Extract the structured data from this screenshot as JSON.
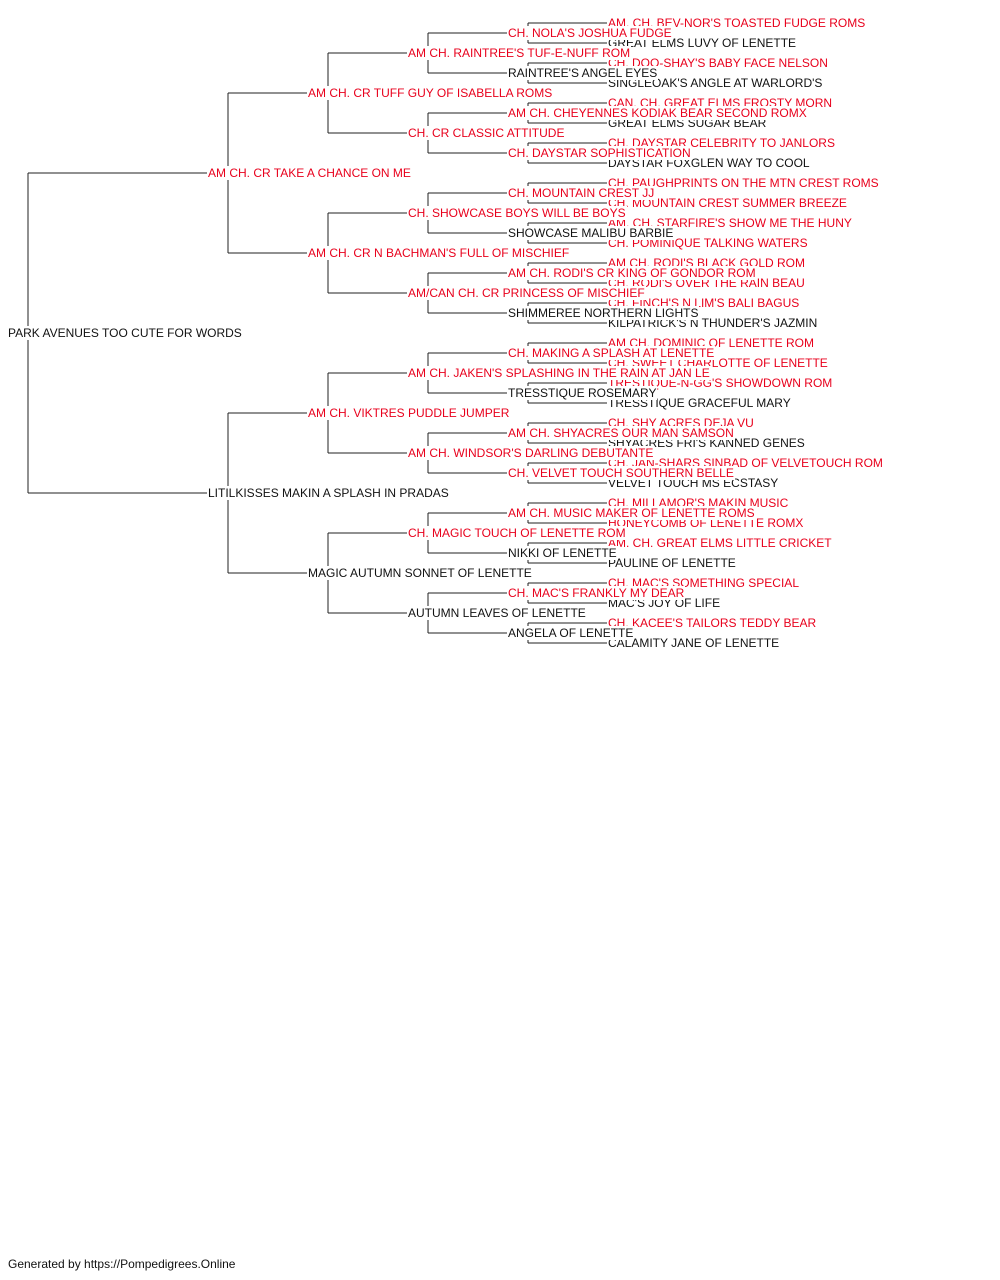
{
  "colors": {
    "champion": "#e8001c",
    "plain": "#111111",
    "line": "#222222"
  },
  "footer": "Generated by https://Pompedigrees.Online",
  "pedigree": {
    "name": "PARK AVENUES TOO CUTE FOR WORDS",
    "champion": false,
    "sire": {
      "name": "AM CH. CR TAKE A CHANCE ON ME",
      "champion": true,
      "sire": {
        "name": "AM CH. CR TUFF GUY OF ISABELLA ROMS",
        "champion": true,
        "sire": {
          "name": "AM CH. RAINTREE'S TUF-E-NUFF ROM",
          "champion": true,
          "sire": {
            "name": "CH. NOLA'S JOSHUA FUDGE",
            "champion": true,
            "sire": {
              "name": "AM. CH. BEV-NOR'S TOASTED FUDGE ROMS",
              "champion": true
            },
            "dam": {
              "name": "GREAT ELMS LUVY OF LENETTE",
              "champion": false
            }
          },
          "dam": {
            "name": "RAINTREE'S ANGEL EYES",
            "champion": false,
            "sire": {
              "name": "CH. DOO-SHAY'S BABY FACE NELSON",
              "champion": true
            },
            "dam": {
              "name": "SINGLEOAK'S ANGLE AT WARLORD'S",
              "champion": false
            }
          }
        },
        "dam": {
          "name": "CH. CR CLASSIC ATTITUDE",
          "champion": true,
          "sire": {
            "name": "AM CH. CHEYENNES KODIAK BEAR SECOND ROMX",
            "champion": true,
            "sire": {
              "name": "CAN. CH. GREAT ELMS FROSTY MORN",
              "champion": true
            },
            "dam": {
              "name": "GREAT ELMS SUGAR BEAR",
              "champion": false
            }
          },
          "dam": {
            "name": "CH. DAYSTAR SOPHISTICATION",
            "champion": true,
            "sire": {
              "name": "CH. DAYSTAR CELEBRITY TO JANLORS",
              "champion": true
            },
            "dam": {
              "name": "DAYSTAR FOXGLEN WAY TO COOL",
              "champion": false
            }
          }
        }
      },
      "dam": {
        "name": "AM CH. CR N BACHMAN'S FULL OF MISCHIEF",
        "champion": true,
        "sire": {
          "name": "CH. SHOWCASE BOYS WILL BE BOYS",
          "champion": true,
          "sire": {
            "name": "CH. MOUNTAIN CREST JJ",
            "champion": true,
            "sire": {
              "name": "CH. PAUGHPRINTS ON THE MTN CREST ROMS",
              "champion": true
            },
            "dam": {
              "name": "CH. MOUNTAIN CREST SUMMER BREEZE",
              "champion": true
            }
          },
          "dam": {
            "name": "SHOWCASE MALIBU BARBIE",
            "champion": false,
            "sire": {
              "name": "AM. CH. STARFIRE'S SHOW ME THE HUNY",
              "champion": true
            },
            "dam": {
              "name": "CH. POMINIQUE TALKING WATERS",
              "champion": true
            }
          }
        },
        "dam": {
          "name": "AM/CAN CH. CR PRINCESS OF MISCHIEF",
          "champion": true,
          "sire": {
            "name": "AM CH. RODI'S CR KING OF GONDOR ROM",
            "champion": true,
            "sire": {
              "name": "AM CH. RODI'S BLACK GOLD ROM",
              "champion": true
            },
            "dam": {
              "name": "CH. RODI'S OVER THE RAIN BEAU",
              "champion": true
            }
          },
          "dam": {
            "name": "SHIMMEREE NORTHERN LIGHTS",
            "champion": false,
            "sire": {
              "name": "CH. FINCH'S N LIM'S BALI BAGUS",
              "champion": true
            },
            "dam": {
              "name": "KILPATRICK'S N THUNDER'S JAZMIN",
              "champion": false
            }
          }
        }
      }
    },
    "dam": {
      "name": "LITILKISSES MAKIN A SPLASH IN PRADAS",
      "champion": false,
      "sire": {
        "name": "AM CH. VIKTRES PUDDLE JUMPER",
        "champion": true,
        "sire": {
          "name": "AM CH. JAKEN'S SPLASHING IN THE RAIN AT JAN LE",
          "champion": true,
          "sire": {
            "name": "CH. MAKING A SPLASH AT LENETTE",
            "champion": true,
            "sire": {
              "name": "AM CH. DOMINIC OF LENETTE ROM",
              "champion": true
            },
            "dam": {
              "name": "CH. SWEET CHARLOTTE OF LENETTE",
              "champion": true
            }
          },
          "dam": {
            "name": "TRESSTIQUE ROSEMARY",
            "champion": false,
            "sire": {
              "name": "TRESTIQUE-N-GG'S SHOWDOWN ROM",
              "champion": true
            },
            "dam": {
              "name": "TRESSTIQUE GRACEFUL MARY",
              "champion": false
            }
          }
        },
        "dam": {
          "name": "AM CH. WINDSOR'S DARLING DEBUTANTE",
          "champion": true,
          "sire": {
            "name": "AM CH. SHYACRES OUR MAN SAMSON",
            "champion": true,
            "sire": {
              "name": "CH. SHY ACRES DEJA VU",
              "champion": true
            },
            "dam": {
              "name": "SHYACRES FRI'S KANNED GENES",
              "champion": false
            }
          },
          "dam": {
            "name": "CH. VELVET TOUCH SOUTHERN BELLE",
            "champion": true,
            "sire": {
              "name": "CH. JAN-SHARS SINBAD OF VELVETOUCH ROM",
              "champion": true
            },
            "dam": {
              "name": "VELVET TOUCH MS ECSTASY",
              "champion": false
            }
          }
        }
      },
      "dam": {
        "name": "MAGIC AUTUMN SONNET OF LENETTE",
        "champion": false,
        "sire": {
          "name": "CH. MAGIC TOUCH OF LENETTE ROM",
          "champion": true,
          "sire": {
            "name": "AM CH. MUSIC MAKER OF LENETTE ROMS",
            "champion": true,
            "sire": {
              "name": "CH. MILLAMOR'S MAKIN MUSIC",
              "champion": true
            },
            "dam": {
              "name": "HONEYCOMB OF LENETTE ROMX",
              "champion": true
            }
          },
          "dam": {
            "name": "NIKKI OF LENETTE",
            "champion": false,
            "sire": {
              "name": "AM. CH. GREAT ELMS LITTLE CRICKET",
              "champion": true
            },
            "dam": {
              "name": "PAULINE OF LENETTE",
              "champion": false
            }
          }
        },
        "dam": {
          "name": "AUTUMN LEAVES OF LENETTE",
          "champion": false,
          "sire": {
            "name": "CH. MAC'S FRANKLY MY DEAR",
            "champion": true,
            "sire": {
              "name": "CH. MAC'S SOMETHING SPECIAL",
              "champion": true
            },
            "dam": {
              "name": "MAC'S JOY OF LIFE",
              "champion": false
            }
          },
          "dam": {
            "name": "ANGELA OF LENETTE",
            "champion": false,
            "sire": {
              "name": "CH. KACEE'S TAILORS TEDDY BEAR",
              "champion": true
            },
            "dam": {
              "name": "CALAMITY JANE OF LENETTE",
              "champion": false
            }
          }
        }
      }
    }
  }
}
